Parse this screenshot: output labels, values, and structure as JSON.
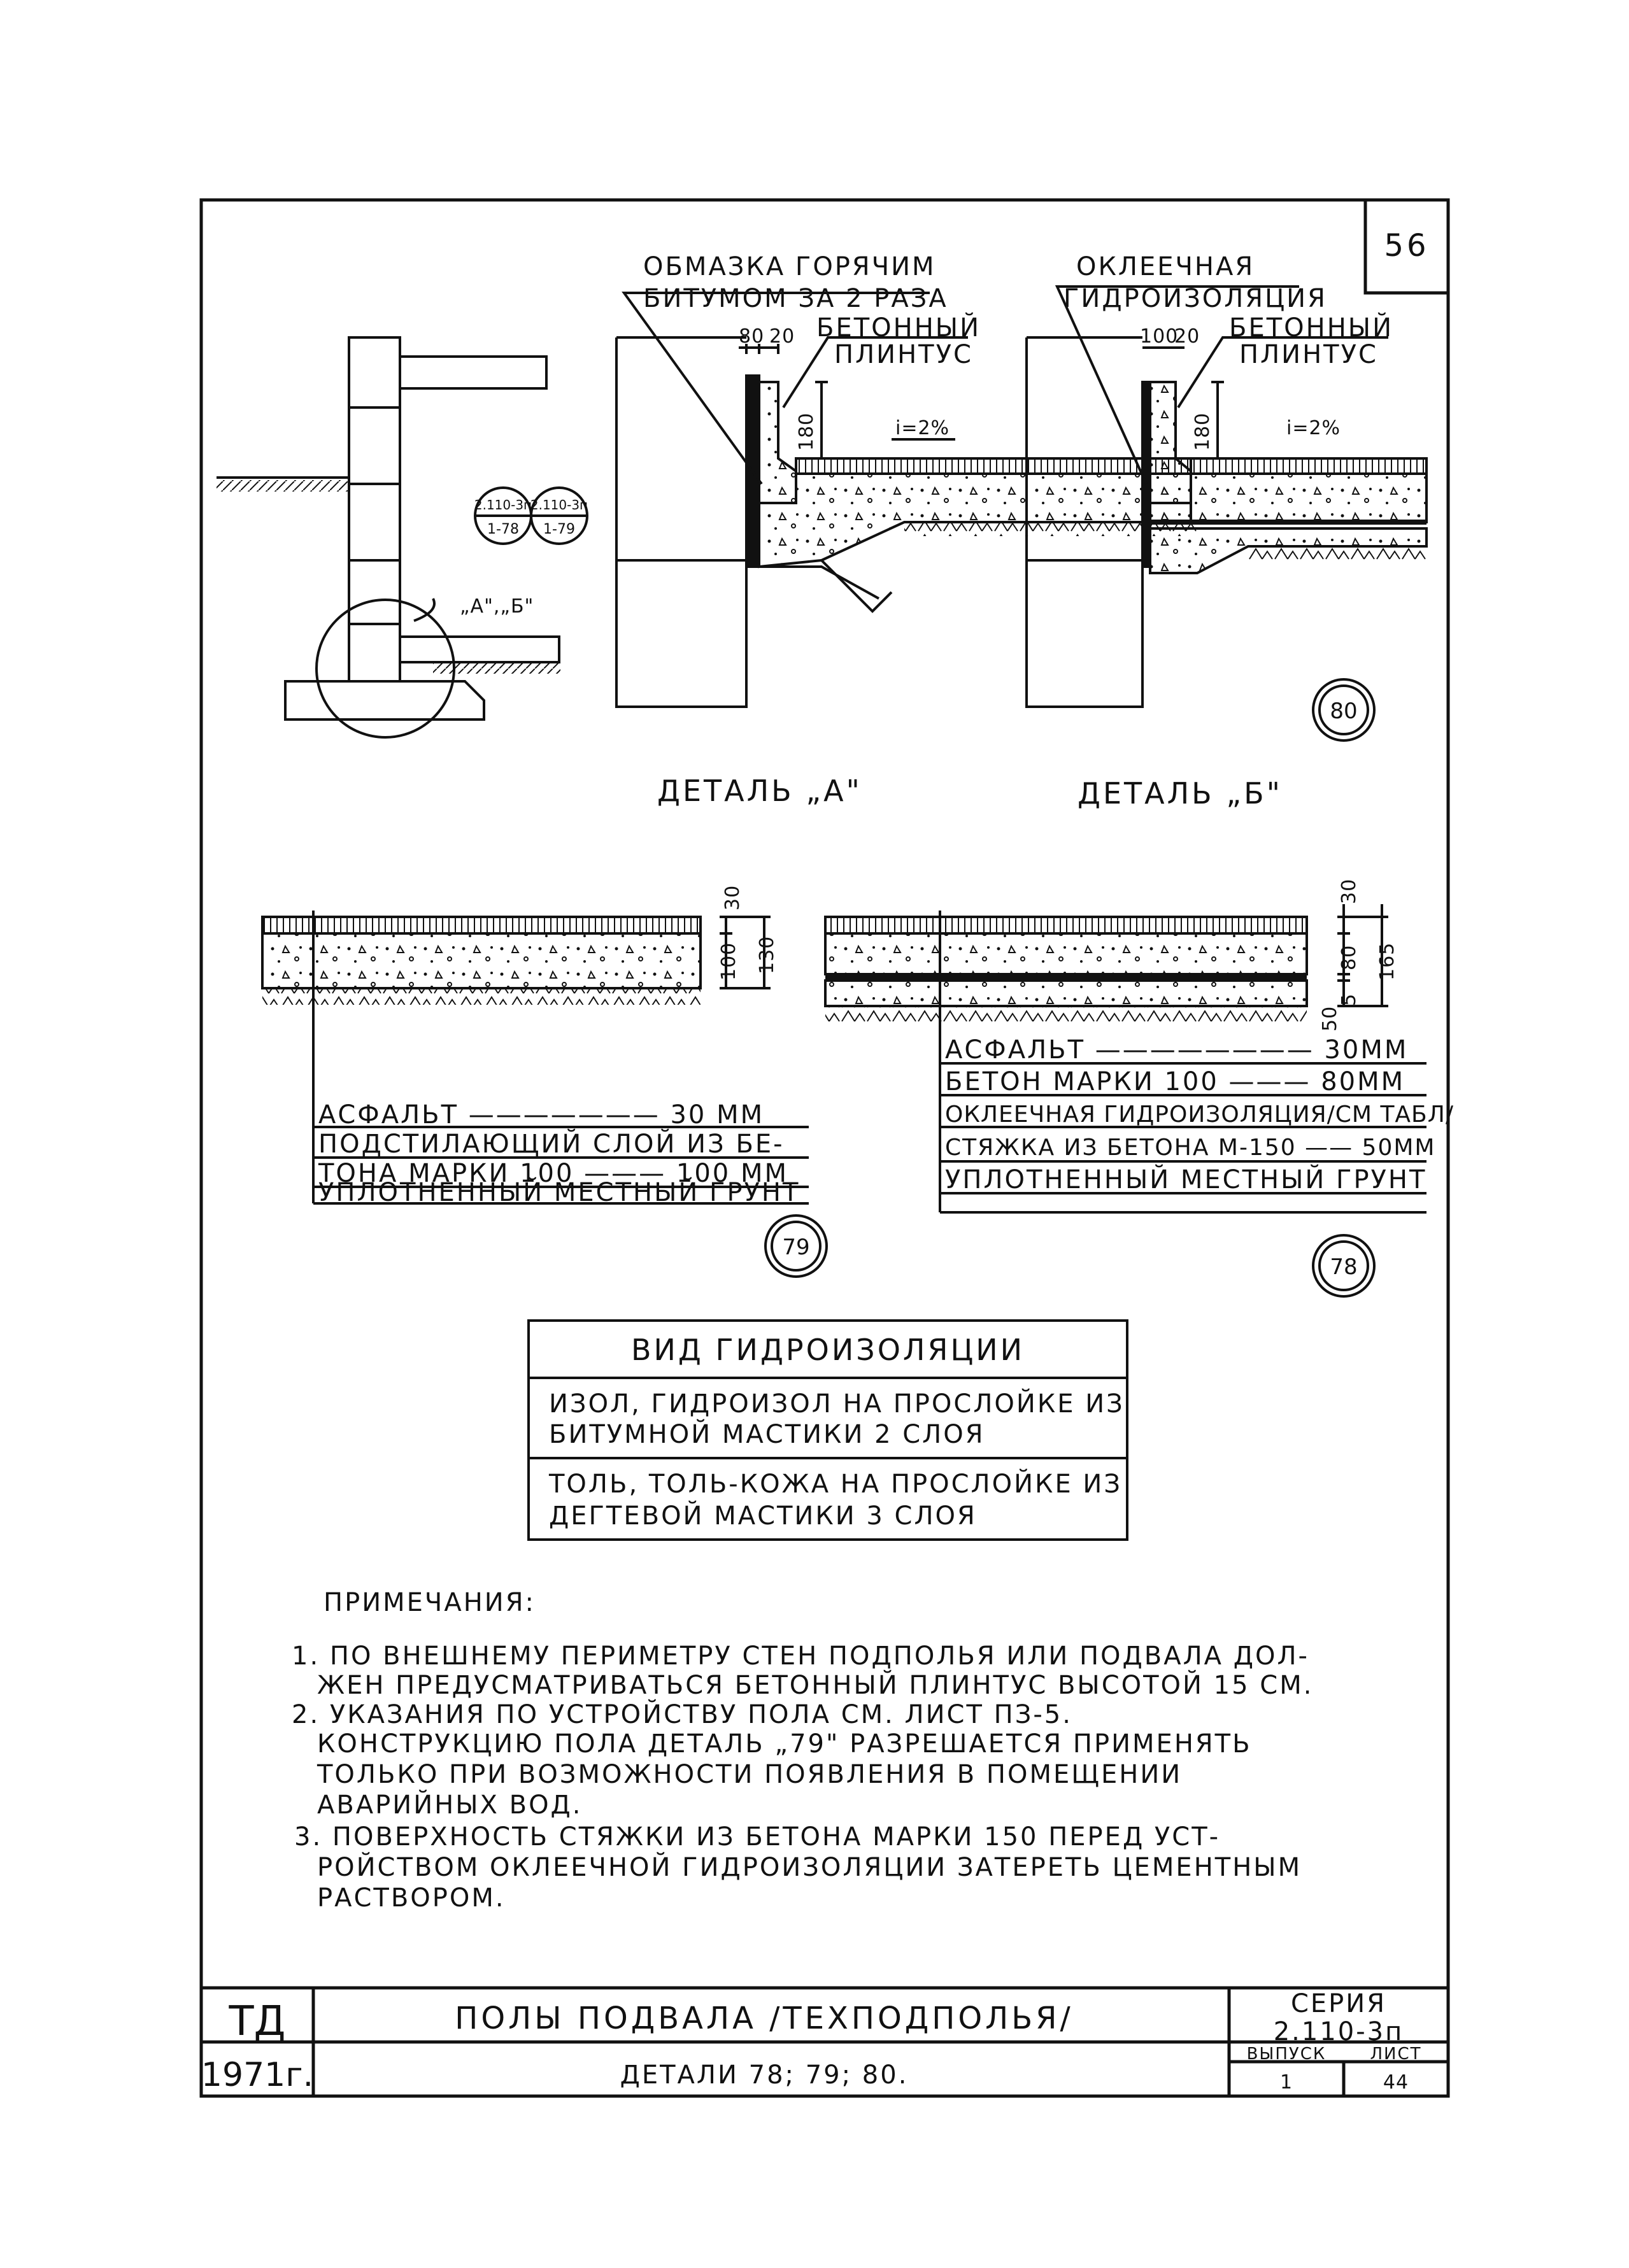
{
  "sheet_number": "56",
  "details": {
    "a": {
      "coating_line1": "ОБМАЗКА ГОРЯЧИМ",
      "coating_line2": "БИТУМОМ ЗА 2 РАЗА",
      "plinth_line1": "БЕТОННЫЙ",
      "plinth_line2": "ПЛИНТУС",
      "dim_80": "80",
      "dim_20": "20",
      "dim_180": "180",
      "slope": "i=2%",
      "caption": "ДЕТАЛЬ „А\""
    },
    "b": {
      "waterproof_line1": "ОКЛЕЕЧНАЯ",
      "waterproof_line2": "ГИДРОИЗОЛЯЦИЯ",
      "plinth_line1": "БЕТОННЫЙ",
      "plinth_line2": "ПЛИНТУС",
      "dim_100": "100",
      "dim_20": "20",
      "dim_180": "180",
      "slope": "i=2%",
      "caption": "ДЕТАЛЬ „Б\""
    },
    "ref_a_top": "2.110-3п",
    "ref_a_bot": "1-78",
    "ref_b_top": "2.110-3п",
    "ref_b_bot": "1-79",
    "callout": "„А\",„Б\"",
    "badge_80": "80"
  },
  "section_79": {
    "dim_30": "30",
    "dim_100": "100",
    "dim_130": "130",
    "layers": [
      "АСФАЛЬТ ——————— 30 ММ",
      "ПОДСТИЛАЮЩИЙ СЛОЙ ИЗ БЕ-",
      "ТОНА МАРКИ 100 ——— 100 ММ",
      "УПЛОТНЕННЫЙ МЕСТНЫЙ ГРУНТ"
    ],
    "badge": "79"
  },
  "section_78": {
    "dim_30": "30",
    "dim_80": "80",
    "dim_5": "5",
    "dim_50": "50",
    "dim_165": "165",
    "layers": [
      "АСФАЛЬТ ———————— 30ММ",
      "БЕТОН МАРКИ 100 ——— 80ММ",
      "ОКЛЕЕЧНАЯ ГИДРОИЗОЛЯЦИЯ/СМ ТАБЛ/",
      "СТЯЖКА ИЗ БЕТОНА М-150 —— 50ММ",
      "УПЛОТНЕННЫЙ МЕСТНЫЙ ГРУНТ"
    ],
    "badge": "78"
  },
  "waterproof_table": {
    "header": "ВИД ГИДРОИЗОЛЯЦИИ",
    "rows": [
      [
        "ИЗОЛ, ГИДРОИЗОЛ НА ПРОСЛОЙКЕ ИЗ",
        "БИТУМНОЙ МАСТИКИ 2 СЛОЯ"
      ],
      [
        "ТОЛЬ, ТОЛЬ-КОЖА НА ПРОСЛОЙКЕ ИЗ",
        "ДЕГТЕВОЙ МАСТИКИ 3 СЛОЯ"
      ]
    ]
  },
  "notes": {
    "title": "ПРИМЕЧАНИЯ:",
    "lines": [
      "1. ПО ВНЕШНЕМУ ПЕРИМЕТРУ СТЕН ПОДПОЛЬЯ ИЛИ ПОДВАЛА ДОЛ-",
      "ЖЕН ПРЕДУСМАТРИВАТЬСЯ БЕТОННЫЙ ПЛИНТУС ВЫСОТОЙ 15 СМ.",
      "2. УКАЗАНИЯ ПО УСТРОЙСТВУ ПОЛА СМ. ЛИСТ ПЗ-5.",
      "КОНСТРУКЦИЮ ПОЛА ДЕТАЛЬ „79\" РАЗРЕШАЕТСЯ ПРИМЕНЯТЬ",
      "ТОЛЬКО ПРИ ВОЗМОЖНОСТИ ПОЯВЛЕНИЯ В ПОМЕЩЕНИИ",
      "АВАРИЙНЫХ ВОД.",
      "3. ПОВЕРХНОСТЬ СТЯЖКИ ИЗ БЕТОНА МАРКИ 150 ПЕРЕД УСТ-",
      "РОЙСТВОМ ОКЛЕЕЧНОЙ ГИДРОИЗОЛЯЦИИ ЗАТЕРЕТЬ ЦЕМЕНТНЫМ",
      "РАСТВОРОМ."
    ]
  },
  "title_block": {
    "org": "ТД",
    "year": "1971г.",
    "title": "ПОЛЫ ПОДВАЛА /ТЕХПОДПОЛЬЯ/",
    "subtitle": "ДЕТАЛИ 78; 79; 80.",
    "series_label": "СЕРИЯ",
    "series_value": "2.110-3п",
    "issue_label": "ВЫПУСК",
    "issue_value": "1",
    "sheet_label": "ЛИСТ",
    "sheet_value": "44"
  }
}
